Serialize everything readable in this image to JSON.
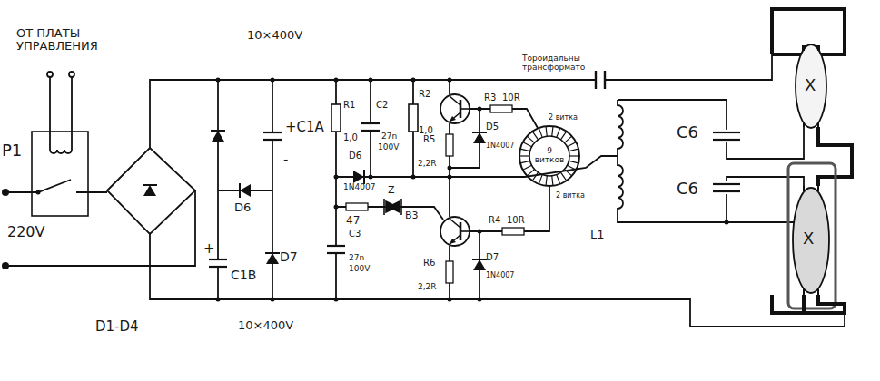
{
  "diagram": {
    "nodes": [
      {
        "text": [
          "9 витков"
        ]
      }
    ],
    "labels": [
      "ОТ ПЛАТЫ УПРАВЛЕНИЯ",
      "P1",
      "220V",
      "10×400V",
      "+C1A",
      "-",
      "+",
      "D6",
      "D7",
      "C1B",
      "D1-D4",
      "10×400V",
      "R1",
      "1,0",
      "C2",
      "27n",
      "100V",
      "R2",
      "1,0",
      "R3",
      "10R",
      "R5",
      "2,2R",
      "D5",
      "1N4007",
      "D6",
      "1N4007",
      "47",
      "Z",
      "B3",
      "C3",
      "27n",
      "100V",
      "R4",
      "10R",
      "R6",
      "2,2R",
      "D7",
      "1N4007",
      "Тороидальны трансформато",
      "2 витка",
      "2 витка",
      "L1",
      "C6",
      "C6",
      "X",
      "X"
    ]
  }
}
